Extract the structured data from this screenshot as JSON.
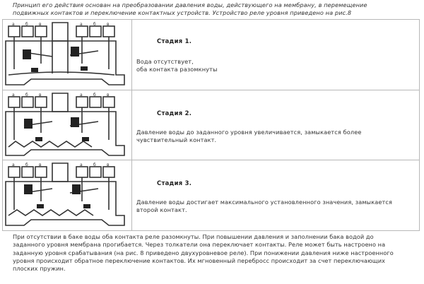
{
  "intro": {
    "line1": "Принцип его действия основан на преобразовании давления воды, действующего на мембрану, в перемещение",
    "line2": "подвижных контактов и переключение контактных устройств. Устройство реле уровня приведено на рис.8"
  },
  "stages": [
    {
      "title": "Стадия 1.",
      "text1": "Вода отсутствует,",
      "text2": "оба контакта разомкнуты"
    },
    {
      "title": "Стадия 2.",
      "text1": "Давление воды до заданного уровня увеличивается, замыкается более",
      "text2": "чувствительный контакт."
    },
    {
      "title": "Стадия 3.",
      "text1": "Давление воды достигает максимального установленного значения, замыкается",
      "text2": "второй контакт."
    }
  ],
  "footer": {
    "l1": "При отсутствии в баке воды оба контакта реле разомкнуты. При повышении давления и заполнении бака водой до",
    "l2": "заданного уровня мембрана прогибается. Через толкатели она переключает контакты. Реле может быть настроено на",
    "l3": "заданную уровня срабатывания (на рис. 8 приведено двухуровневое реле). При понижении давления ниже настроенного",
    "l4": "уровня происходит обратное переключение контактов. Их мгновенный перебросс происходит за счет переключающих",
    "l5": "плоских пружин."
  },
  "terminal_labels": [
    "а",
    "б",
    "в",
    "а",
    "б",
    "в"
  ]
}
